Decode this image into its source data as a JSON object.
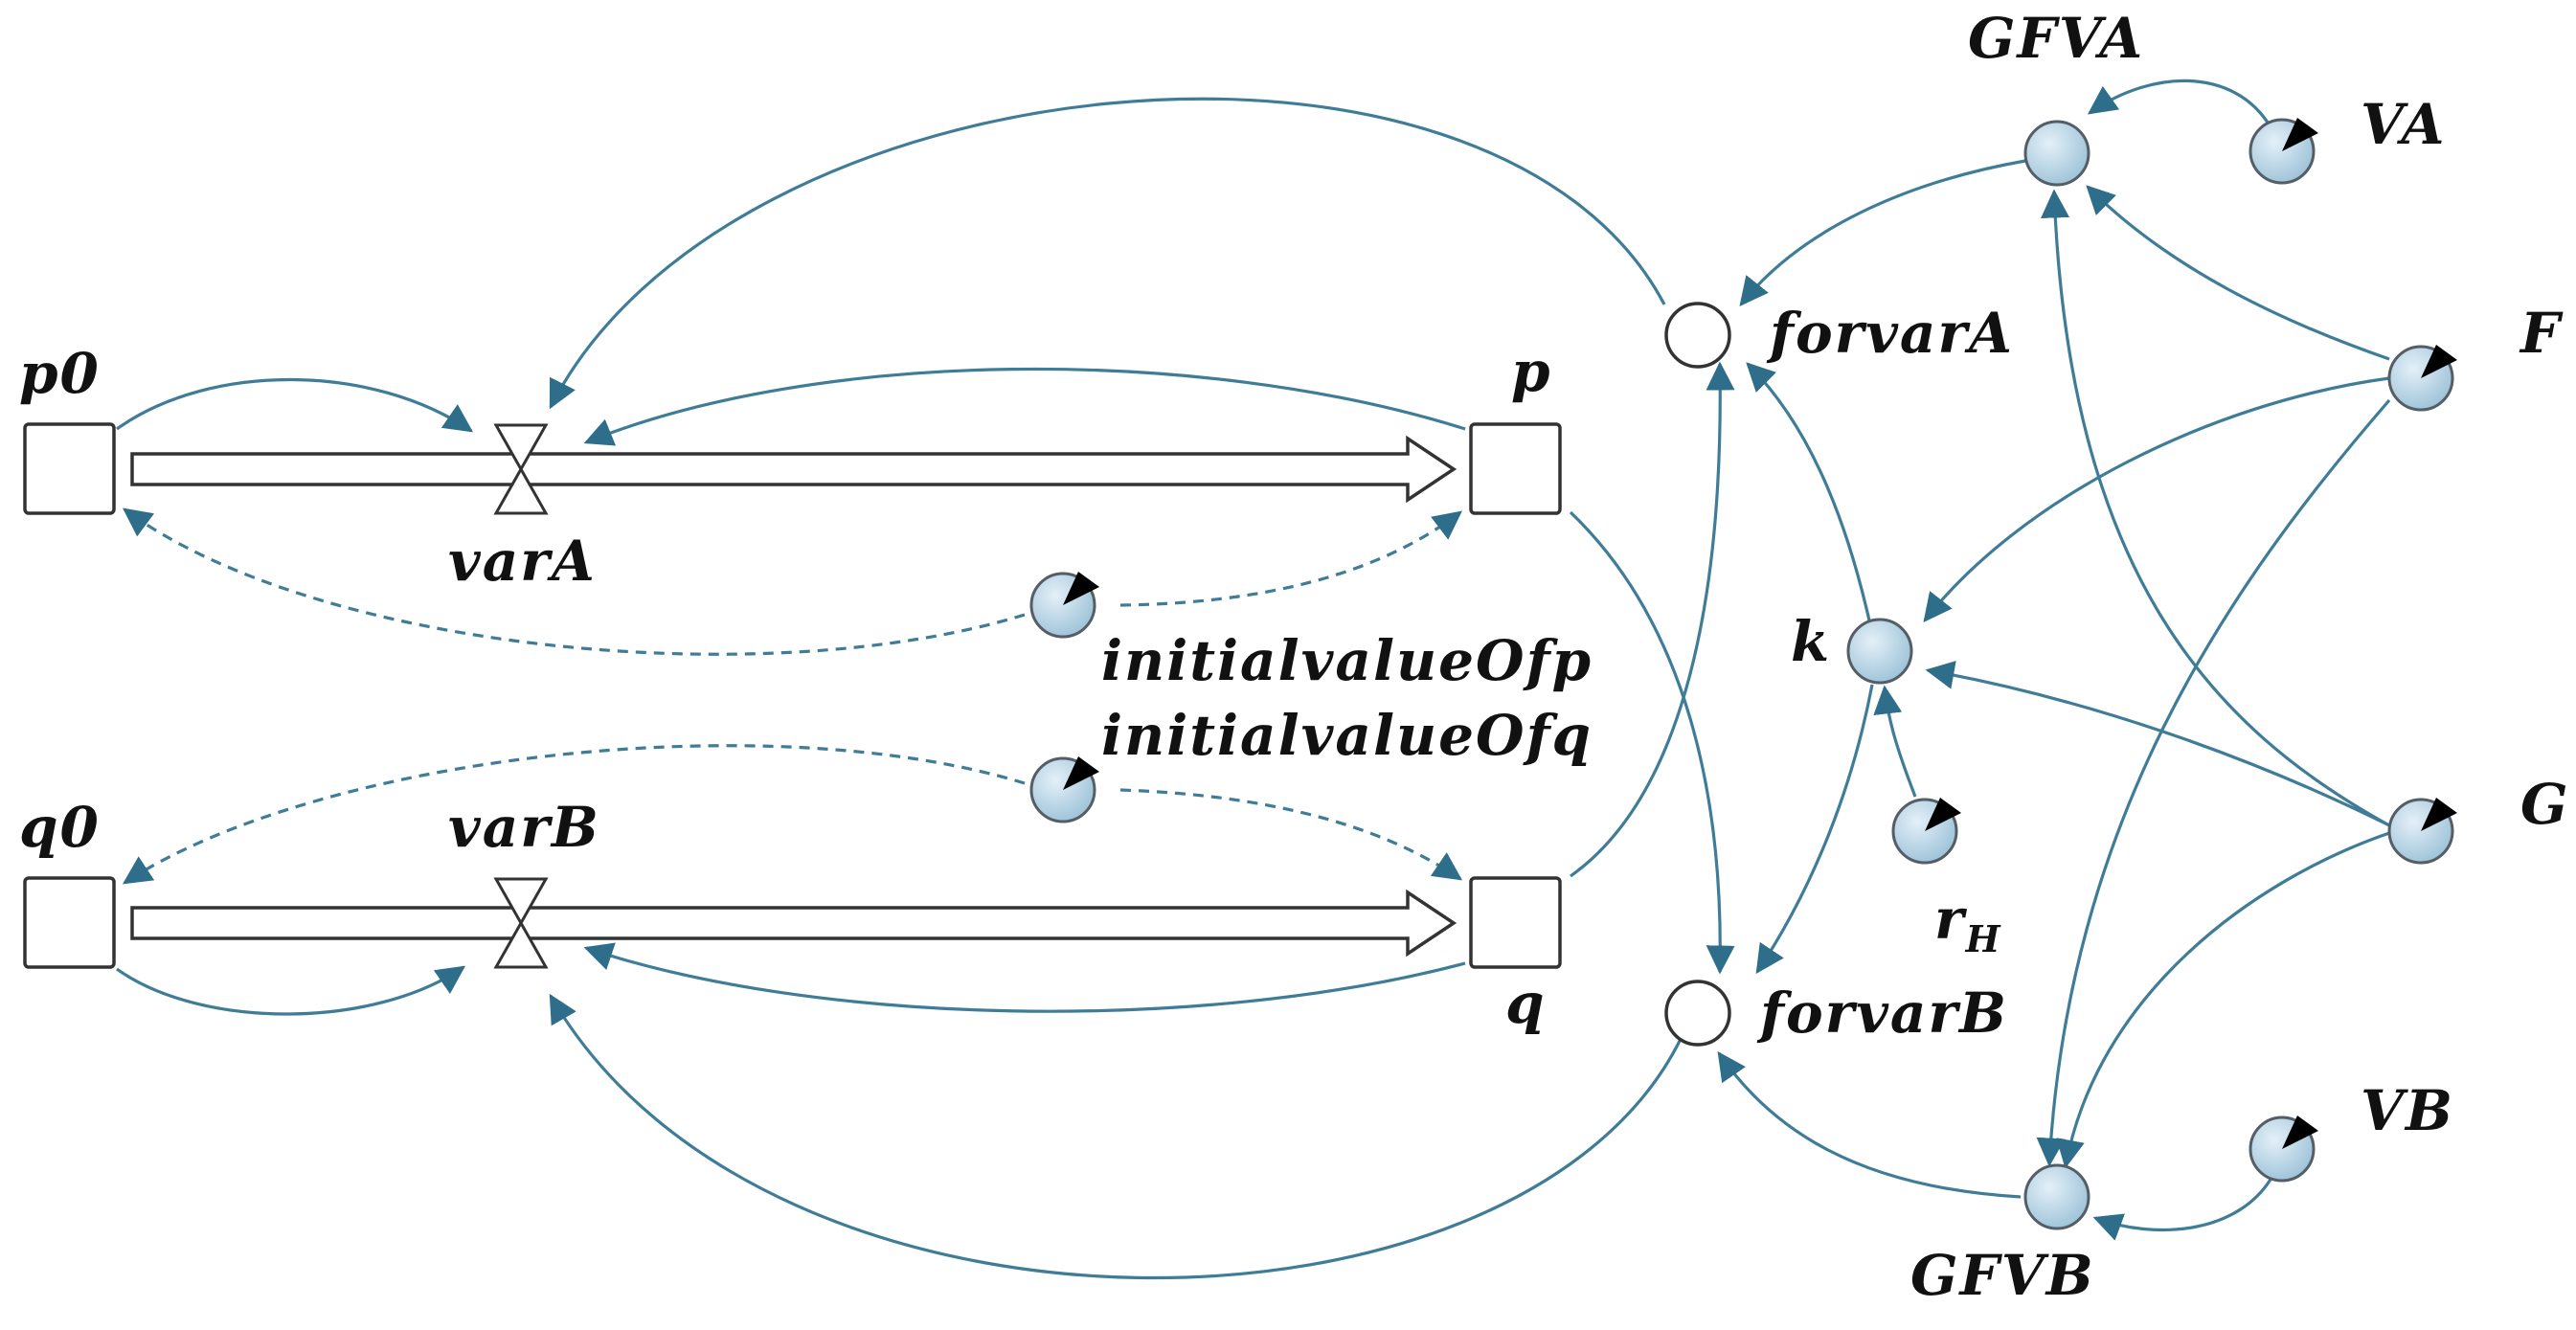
{
  "labels": {
    "p0": "p0",
    "p": "p",
    "q0": "q0",
    "q": "q",
    "varA": "varA",
    "varB": "varB",
    "initialvalueOfp": "initialvalueOfp",
    "initialvalueOfq": "initialvalueOfq",
    "forvarA": "forvarA",
    "forvarB": "forvarB",
    "k": "k",
    "rH_main": "r",
    "rH_sub": "H",
    "GFVA": "GFVA",
    "GFVB": "GFVB",
    "VA": "VA",
    "VB": "VB",
    "F": "F",
    "G": "G"
  },
  "colors": {
    "link": "#3f7c97",
    "stock_border": "#333333",
    "aux_fill_light": "#e4f0f8",
    "aux_fill_dark": "#9cc2d8"
  },
  "icons": {
    "stock": "square-stock-icon",
    "valve": "hourglass-valve-icon",
    "constant": "dial-constant-icon",
    "auxiliary": "circle-auxiliary-icon"
  }
}
